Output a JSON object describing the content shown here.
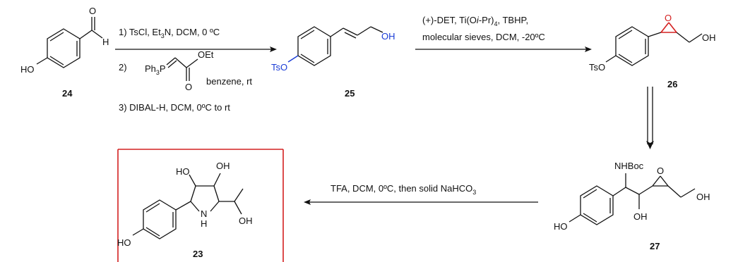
{
  "compounds": {
    "c24": "24",
    "c25": "25",
    "c26": "26",
    "c27": "27",
    "c23": "23"
  },
  "atoms": {
    "HO": "HO",
    "H": "H",
    "O": "O",
    "OH": "OH",
    "OEt": "OEt",
    "TsO": "TsO",
    "NHBoc": "NHBoc",
    "NH_N": "N",
    "NH_H": "H",
    "Ph3P_main": "Ph",
    "Ph3P_sub": "3",
    "Ph3P_P": "P"
  },
  "steps": {
    "step1_line1": "1) TsCl, Et",
    "step1_line1_sub": "3",
    "step1_line1_end": "N, DCM, 0 ºC",
    "step1_line2": "2)",
    "step1_line2_solvent": "benzene, rt",
    "step1_line3": "3) DIBAL-H, DCM, 0ºC to rt",
    "step2_line1_a": "(+)-DET, Ti(O",
    "step2_line1_i": "i",
    "step2_line1_b": "-Pr)",
    "step2_line1_sub": "4",
    "step2_line1_c": ", TBHP,",
    "step2_line2": "molecular sieves, DCM, -20ºC",
    "step4_a": "TFA, DCM, 0ºC, then solid NaHCO",
    "step4_sub": "3"
  },
  "colors": {
    "highlight_box": "#d42020",
    "tosyl_bond": "#1a3cd6",
    "epoxide_bond": "#d42020"
  }
}
